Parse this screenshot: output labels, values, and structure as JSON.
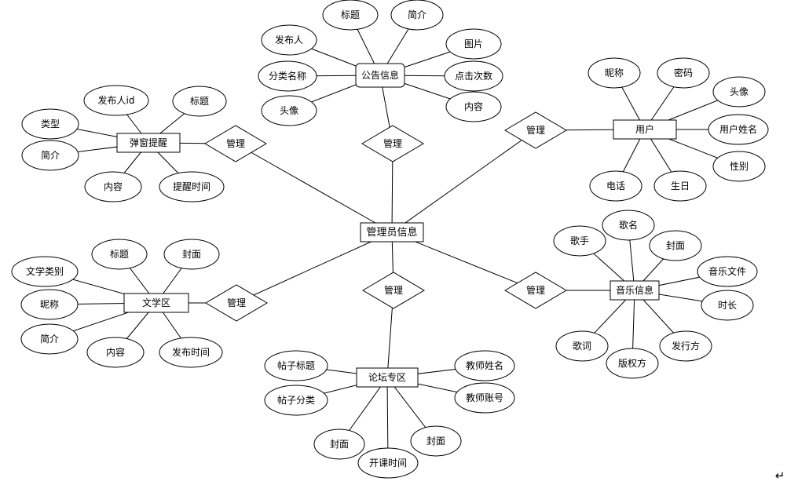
{
  "entities": [
    {
      "key": "gonggao",
      "name": "公告信息"
    },
    {
      "key": "tanchuang",
      "name": "弹窗提醒"
    },
    {
      "key": "yonghu",
      "name": "用户"
    },
    {
      "key": "guanliyuan",
      "name": "管理员信息"
    },
    {
      "key": "wenxue",
      "name": "文学区"
    },
    {
      "key": "yinyue",
      "name": "音乐信息"
    },
    {
      "key": "luntan",
      "name": "论坛专区"
    }
  ],
  "relationships": [
    {
      "key": "r_top",
      "name": "管理",
      "entities": [
        "管理员信息",
        "公告信息"
      ]
    },
    {
      "key": "r_tl",
      "name": "管理",
      "entities": [
        "管理员信息",
        "弹窗提醒"
      ]
    },
    {
      "key": "r_tr",
      "name": "管理",
      "entities": [
        "管理员信息",
        "用户"
      ]
    },
    {
      "key": "r_bl",
      "name": "管理",
      "entities": [
        "管理员信息",
        "文学区"
      ]
    },
    {
      "key": "r_br",
      "name": "管理",
      "entities": [
        "管理员信息",
        "音乐信息"
      ]
    },
    {
      "key": "r_bot",
      "name": "管理",
      "entities": [
        "管理员信息",
        "论坛专区"
      ]
    }
  ],
  "attributes": {
    "gonggao": [
      "标题",
      "简介",
      "发布人",
      "图片",
      "分类名称",
      "点击次数",
      "头像",
      "内容"
    ],
    "tanchuang": [
      "发布人id",
      "标题",
      "类型",
      "简介",
      "内容",
      "提醒时间"
    ],
    "yonghu": [
      "昵称",
      "密码",
      "头像",
      "用户姓名",
      "性别",
      "电话",
      "生日"
    ],
    "wenxue": [
      "标题",
      "封面",
      "文学类别",
      "昵称",
      "简介",
      "内容",
      "发布时间"
    ],
    "yinyue": [
      "歌手",
      "歌名",
      "封面",
      "音乐文件",
      "时长",
      "歌词",
      "版权方",
      "发行方"
    ],
    "luntan": [
      "帖子标题",
      "帖子分类",
      "教师姓名",
      "教师账号",
      "封面",
      "开课时间",
      "封面"
    ]
  },
  "return_mark": "↵"
}
